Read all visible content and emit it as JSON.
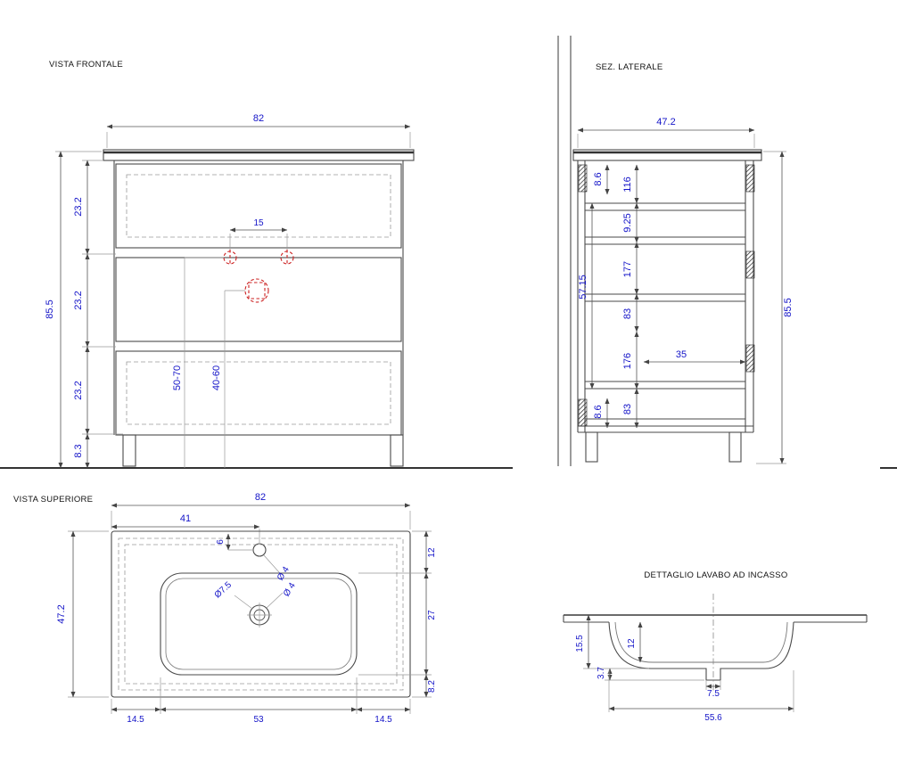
{
  "colors": {
    "dim_text": "#1414c8",
    "object_line": "#4a4a4a",
    "accent_red": "#cc2222"
  },
  "front": {
    "title": "VISTA FRONTALE",
    "width": "82",
    "height": "85.5",
    "drawer_heights": [
      "23.2",
      "23.2",
      "23.2"
    ],
    "plinth": "8.3",
    "tap_spacing": "15",
    "drain_height_range": "50-70",
    "supply_height_range": "40-60"
  },
  "side": {
    "title": "SEZ. LATERALE",
    "depth": "47.2",
    "height": "85.5",
    "thk_top": "8.6",
    "d116": "116",
    "d9_25": "9.25",
    "d57_15": "57.15",
    "d177": "177",
    "d83_upper": "83",
    "d176": "176",
    "d35": "35",
    "thk_bottom": "8.6",
    "d83_lower": "83"
  },
  "top": {
    "title": "VISTA SUPERIORE",
    "width": "82",
    "half_width": "41",
    "depth": "47.2",
    "tap_offset": "6",
    "tap_hole": "Ø 4",
    "drain_hole": "Ø7.5",
    "overflow_hole": "Ø 4",
    "edge_top": "12",
    "basin_depth": "27",
    "edge_bottom": "8.2",
    "margin_left": "14.5",
    "basin_width": "53",
    "margin_right": "14.5"
  },
  "detail": {
    "title": "DETTAGLIO LAVABO AD INCASSO",
    "total_depth": "15.5",
    "inner_depth": "12",
    "wall": "3.7",
    "drain_width": "7.5",
    "bowl_width": "55.6"
  }
}
